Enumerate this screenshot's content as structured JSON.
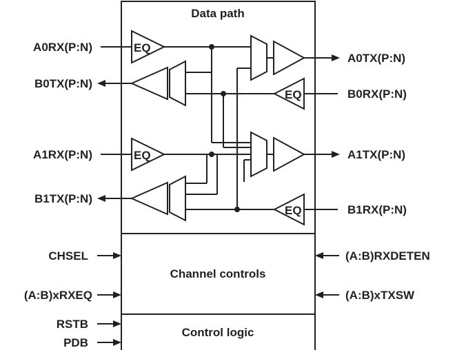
{
  "blocks": {
    "data_path": "Data path",
    "channel_controls": "Channel controls",
    "control_logic": "Control logic"
  },
  "eq_label": "EQ",
  "signals": {
    "a0rx": "A0RX(P:N)",
    "b0tx": "B0TX(P:N)",
    "a1rx": "A1RX(P:N)",
    "b1tx": "B1TX(P:N)",
    "a0tx": "A0TX(P:N)",
    "b0rx": "B0RX(P:N)",
    "a1tx": "A1TX(P:N)",
    "b1rx": "B1RX(P:N)",
    "chsel": "CHSEL",
    "xrxeq": "(A:B)xRXEQ",
    "rstb": "RSTB",
    "pdb": "PDB",
    "rxdeten": "(A:B)RXDETEN",
    "xtxsw": "(A:B)xTXSW"
  }
}
